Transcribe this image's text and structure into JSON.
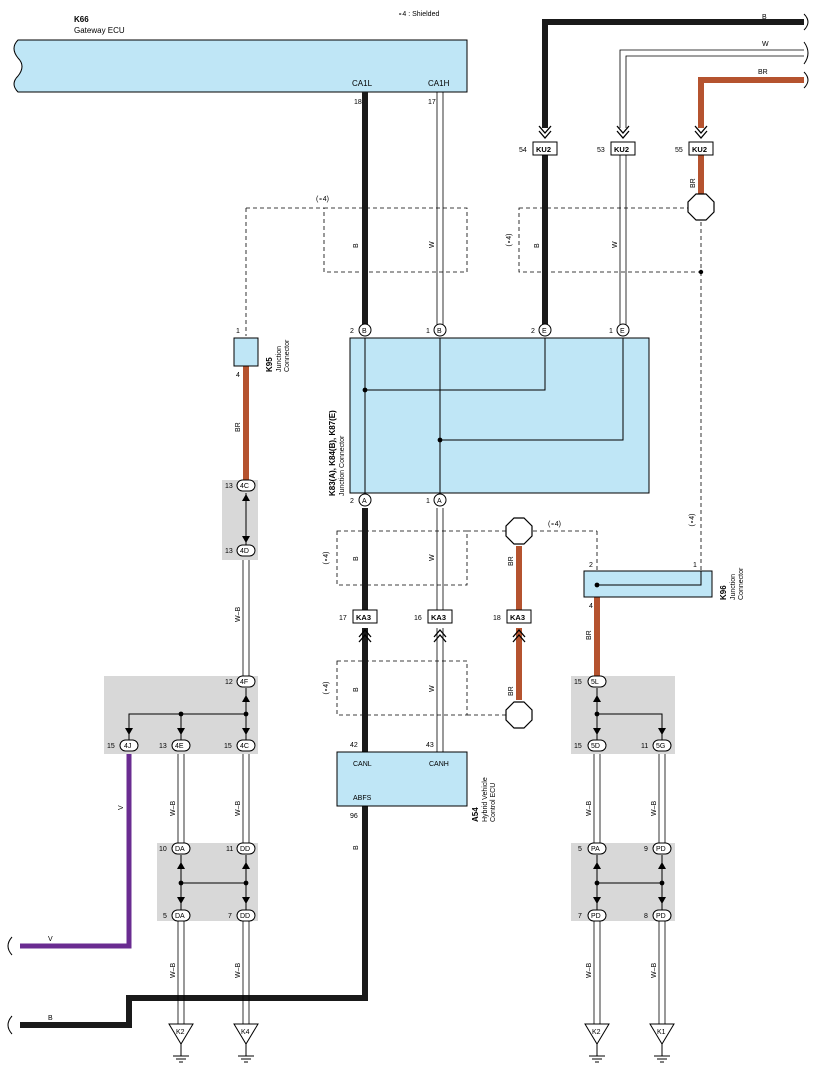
{
  "note": "∘4 : Shielded",
  "shield_tag": "(∘4)",
  "components": {
    "k66": {
      "id": "K66",
      "name": "Gateway ECU",
      "pin_ca1l": "CA1L",
      "pin_ca1h": "CA1H",
      "num_ca1l": "18",
      "num_ca1h": "17"
    },
    "k95": {
      "id": "K95",
      "name1": "Junction",
      "name2": "Connector",
      "pin_top": "1",
      "pin_bottom": "4"
    },
    "k83": {
      "id": "K83(A), K84(B), K87(E)",
      "name": "Junction Connector",
      "top_pins": [
        "2",
        "1",
        "2",
        "1"
      ],
      "top_letters": [
        "B",
        "B",
        "E",
        "E"
      ],
      "bottom_pins": [
        "2",
        "1"
      ],
      "bottom_letters": [
        "A",
        "A"
      ]
    },
    "k96": {
      "id": "K96",
      "name1": "Junction",
      "name2": "Connector",
      "pin_left": "2",
      "pin_right": "1",
      "pin_bottom": "4"
    },
    "a54": {
      "id": "A54",
      "name1": "Hybrid Vehicle",
      "name2": "Control ECU",
      "canl": "CANL",
      "canh": "CANH",
      "abfs": "ABFS",
      "num_canl": "42",
      "num_canh": "43",
      "num_abfs": "96"
    }
  },
  "connectors": {
    "ku2_54": {
      "label": "KU2",
      "pin": "54"
    },
    "ku2_53": {
      "label": "KU2",
      "pin": "53"
    },
    "ku2_55": {
      "label": "KU2",
      "pin": "55"
    },
    "ka3_17": {
      "label": "KA3",
      "pin": "17"
    },
    "ka3_16": {
      "label": "KA3",
      "pin": "16"
    },
    "ka3_18": {
      "label": "KA3",
      "pin": "18"
    }
  },
  "jbox_left": {
    "p4c_top": {
      "label": "4C",
      "pin": "13"
    },
    "p4d": {
      "label": "4D",
      "pin": "13"
    },
    "p4f": {
      "label": "4F",
      "pin": "12"
    },
    "p4j": {
      "label": "4J",
      "pin": "15"
    },
    "p4e": {
      "label": "4E",
      "pin": "13"
    },
    "p4c_bot": {
      "label": "4C",
      "pin": "15"
    },
    "da_top": {
      "label": "DA",
      "pin": "10"
    },
    "dd_top": {
      "label": "DD",
      "pin": "11"
    },
    "da_bot": {
      "label": "DA",
      "pin": "5"
    },
    "dd_bot": {
      "label": "DD",
      "pin": "7"
    }
  },
  "jbox_right": {
    "p5l": {
      "label": "5L",
      "pin": "15"
    },
    "p5d": {
      "label": "5D",
      "pin": "15"
    },
    "p5g": {
      "label": "5G",
      "pin": "11"
    },
    "pa": {
      "label": "PA",
      "pin": "5"
    },
    "pd_top": {
      "label": "PD",
      "pin": "9"
    },
    "pd_bl": {
      "label": "PD",
      "pin": "7"
    },
    "pd_br": {
      "label": "PD",
      "pin": "8"
    }
  },
  "grounds": [
    "K2",
    "K4",
    "K2",
    "K1"
  ],
  "wire_colors": {
    "b": "B",
    "w": "W",
    "br": "BR",
    "wb": "W–B",
    "v": "V"
  },
  "colors": {
    "black_wire": "#1a1a1a",
    "brown_wire": "#b5532f",
    "violet_wire": "#6a2c91",
    "ecu_fill": "#bfe6f6",
    "jbox_fill": "#d8d8d8"
  }
}
